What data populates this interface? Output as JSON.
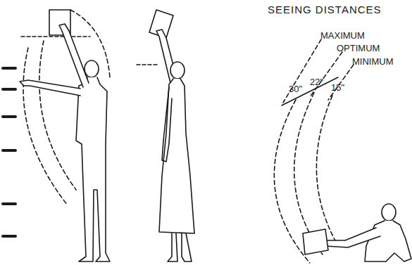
{
  "diagram": {
    "title": "SEEING DISTANCES",
    "labels": [
      "MAXIMUM",
      "OPTIMUM",
      "MINIMUM",
      "30\"",
      "22\"",
      "15\""
    ]
  }
}
